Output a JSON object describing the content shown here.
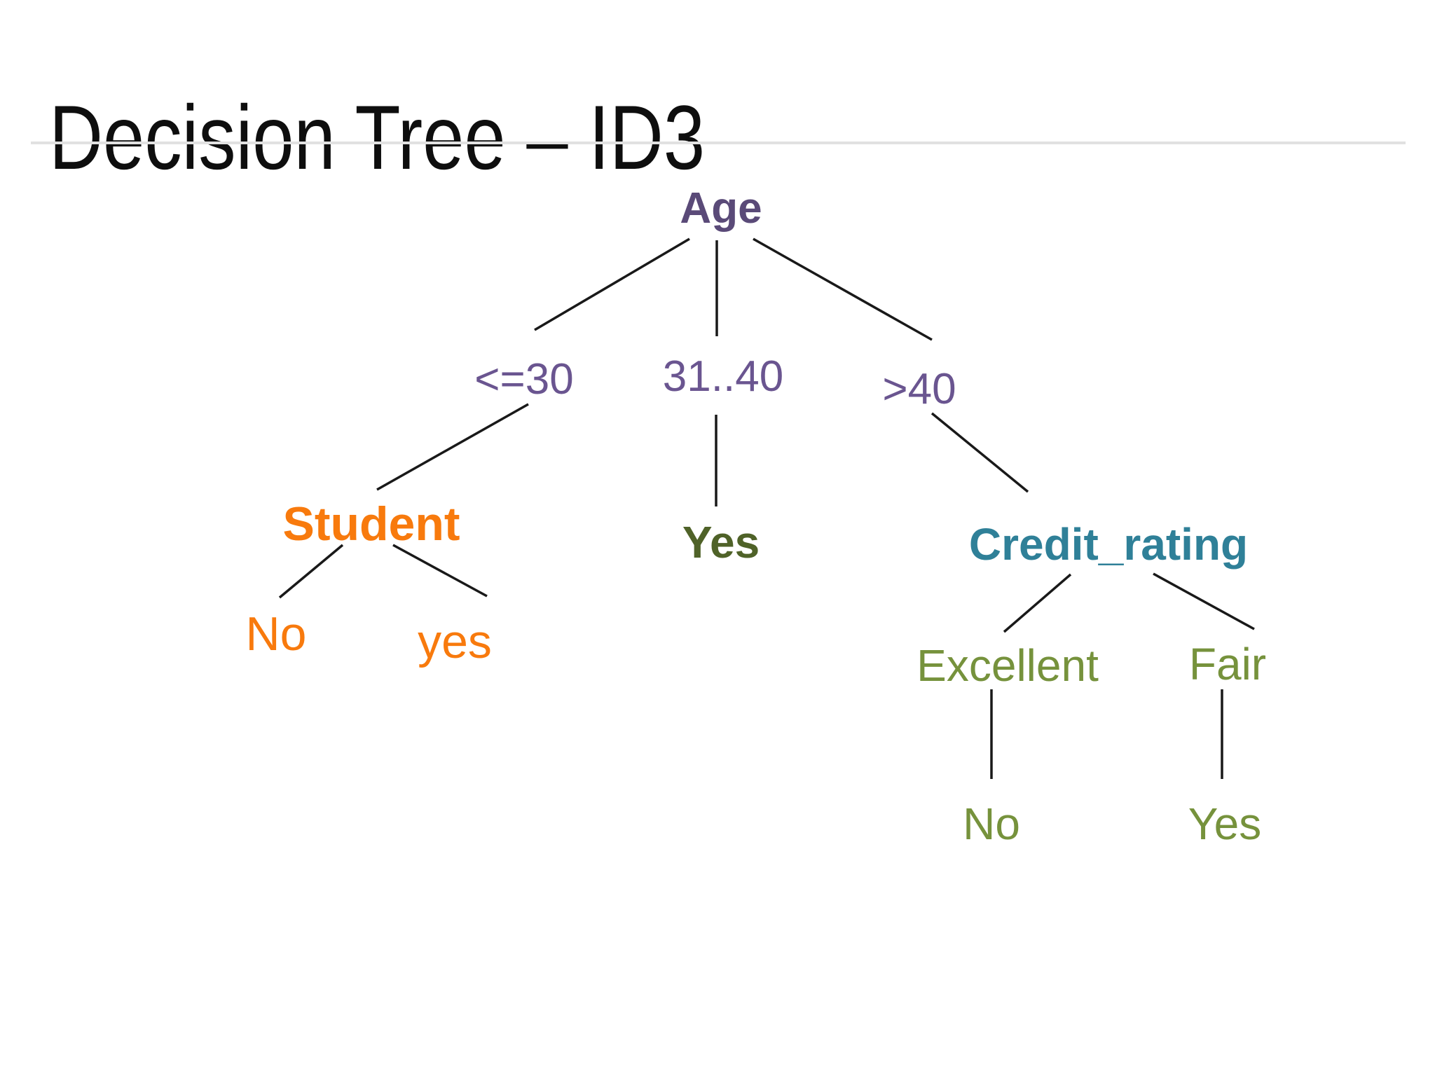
{
  "slide": {
    "title": "Decision Tree – ID3"
  },
  "palette": {
    "title_text": "#0e0e0e",
    "divider": "#e1e1e1",
    "edge": "#191919",
    "purple_dark": "#5a4a78",
    "purple": "#6a5590",
    "orange": "#f87a0d",
    "teal": "#2f8098",
    "olive_dark": "#4f6228",
    "olive": "#76923c"
  },
  "tree": {
    "root": {
      "label": "Age"
    },
    "age_branches": [
      {
        "label": "<=30"
      },
      {
        "label": "31..40"
      },
      {
        "label": ">40"
      }
    ],
    "student": {
      "label": "Student",
      "leaves": [
        {
          "label": "No"
        },
        {
          "label": "yes"
        }
      ]
    },
    "middle_leaf": {
      "label": "Yes"
    },
    "credit_rating": {
      "label": "Credit_rating",
      "branches": [
        {
          "label": "Excellent"
        },
        {
          "label": "Fair"
        }
      ],
      "leaves": [
        {
          "label": "No"
        },
        {
          "label": "Yes"
        }
      ]
    }
  }
}
